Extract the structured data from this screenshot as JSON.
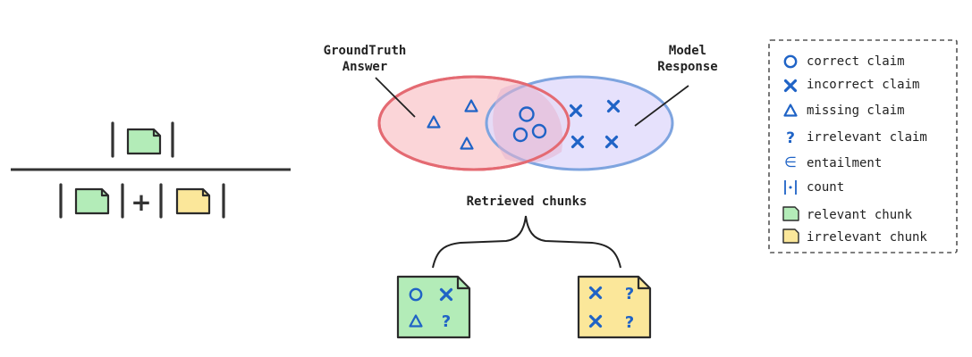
{
  "colors": {
    "relevant_chunk": "#b3ecb8",
    "irrelevant_chunk": "#fbe79a",
    "ground_truth_fill": "#fbd5d8",
    "ground_truth_stroke": "#e46a72",
    "response_fill": "#e2dcfb",
    "response_stroke": "#7ea4df",
    "symbol": "#1f63c6"
  },
  "formula": {
    "numerator": [
      "relevant-chunk"
    ],
    "denominator": [
      "relevant-chunk",
      "+",
      "irrelevant-chunk"
    ],
    "plus": "+"
  },
  "venn": {
    "ground_truth_label": [
      "GroundTruth",
      "Answer"
    ],
    "response_label": [
      "Model",
      "Response"
    ],
    "ground_truth_only": [
      "missing-claim",
      "missing-claim",
      "missing-claim"
    ],
    "overlap": [
      "correct-claim",
      "correct-claim",
      "correct-claim"
    ],
    "response_only": [
      "incorrect-claim",
      "incorrect-claim",
      "incorrect-claim",
      "incorrect-claim"
    ]
  },
  "retrieved": {
    "label": "Retrieved chunks",
    "chunks": [
      {
        "kind": "relevant chunk",
        "symbols": [
          "correct-claim",
          "incorrect-claim",
          "missing-claim",
          "irrelevant-claim"
        ]
      },
      {
        "kind": "irrelevant chunk",
        "symbols": [
          "incorrect-claim",
          "irrelevant-claim",
          "incorrect-claim",
          "irrelevant-claim"
        ]
      }
    ]
  },
  "legend": {
    "items": [
      {
        "icon": "circle-icon",
        "label": "correct claim"
      },
      {
        "icon": "cross-icon",
        "label": "incorrect claim"
      },
      {
        "icon": "triangle-icon",
        "label": "missing claim"
      },
      {
        "icon": "question-icon",
        "label": "irrelevant claim"
      },
      {
        "icon": "entailment-icon",
        "label": "entailment"
      },
      {
        "icon": "count-icon",
        "label": "count"
      },
      {
        "icon": "relevant-chunk-icon",
        "label": "relevant chunk"
      },
      {
        "icon": "irrelevant-chunk-icon",
        "label": "irrelevant chunk"
      }
    ],
    "glyphs": {
      "question": "?",
      "entailment": "∈",
      "count_dot": "•"
    }
  }
}
